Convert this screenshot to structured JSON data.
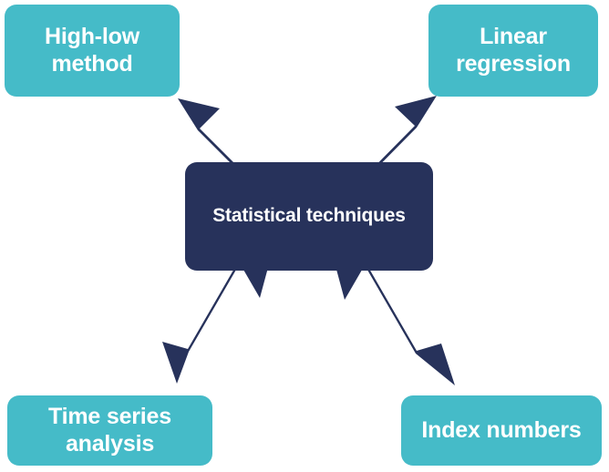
{
  "diagram": {
    "type": "hub-and-spoke",
    "title": "Statistical techniques",
    "colors": {
      "leaf_fill": "#45bbc8",
      "center_fill": "#27325b",
      "arrow_fill": "#27325b",
      "text": "#ffffff",
      "background": "#ffffff"
    },
    "center": {
      "label": "Statistical techniques",
      "name": "statistical-techniques"
    },
    "nodes": [
      {
        "name": "high-low-method",
        "label": "High-low\nmethod",
        "label_line1": "High-low",
        "label_line2": "method",
        "position": "top-left"
      },
      {
        "name": "linear-regression",
        "label": "Linear\nregression",
        "label_line1": "Linear",
        "label_line2": "regression",
        "position": "top-right"
      },
      {
        "name": "time-series-analysis",
        "label": "Time series\nanalysis",
        "label_line1": "Time series",
        "label_line2": "analysis",
        "position": "bottom-left"
      },
      {
        "name": "index-numbers",
        "label": "Index numbers",
        "label_line1": "Index numbers",
        "label_line2": "",
        "position": "bottom-right"
      }
    ],
    "arrows": [
      {
        "name": "arrow-to-high-low-method",
        "from": "statistical-techniques",
        "to": "high-low-method",
        "direction": "up-left"
      },
      {
        "name": "arrow-to-linear-regression",
        "from": "statistical-techniques",
        "to": "linear-regression",
        "direction": "up-right"
      },
      {
        "name": "arrow-to-time-series-analysis",
        "from": "statistical-techniques",
        "to": "time-series-analysis",
        "direction": "down-left"
      },
      {
        "name": "arrow-to-index-numbers",
        "from": "statistical-techniques",
        "to": "index-numbers",
        "direction": "down-right"
      }
    ]
  }
}
